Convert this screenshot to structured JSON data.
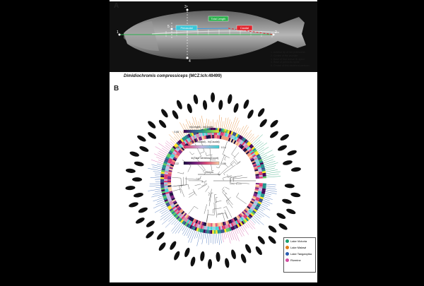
{
  "panel_a": {
    "letter": "A",
    "species_name": "Dimidiochromis compressiceps",
    "specimen": "(MCZ:Ich:49499)",
    "landmark_numbers": [
      "1",
      "2",
      "3",
      "4",
      "5"
    ],
    "boxes": {
      "total_length": "Total Length",
      "precaudal": "Precaudal",
      "caudal": "Caudal"
    },
    "landmarks": [
      "1. Anterior tip of the premaxilla",
      "2. Centre of the urostyle",
      "3. Base of first dorsal fin spine",
      "4. Base of pelvic fin spine",
      "5. Centre of first vertebral centrum"
    ]
  },
  "panel_b": {
    "letter": "B",
    "legend": [
      {
        "label": "Lake Victoria",
        "color": "#1a9e6e"
      },
      {
        "label": "Lake Malawi",
        "color": "#e07b1a"
      },
      {
        "label": "Lake Tanganyika",
        "color": "#2a5db0"
      },
      {
        "label": "Riverine",
        "color": "#d24ca0"
      }
    ],
    "scales": [
      {
        "title": "ln(Length) - ln(Depth)",
        "min": "0.68",
        "max": "2.20"
      },
      {
        "title": "ln(Precaudal) - ln(Caudal)",
        "min": "-0.65",
        "max": "0.14"
      },
      {
        "title": "ln(Total Vertebral Count)",
        "min": "3.22",
        "max": "3.89"
      }
    ],
    "scale_bar": "20myrs"
  }
}
